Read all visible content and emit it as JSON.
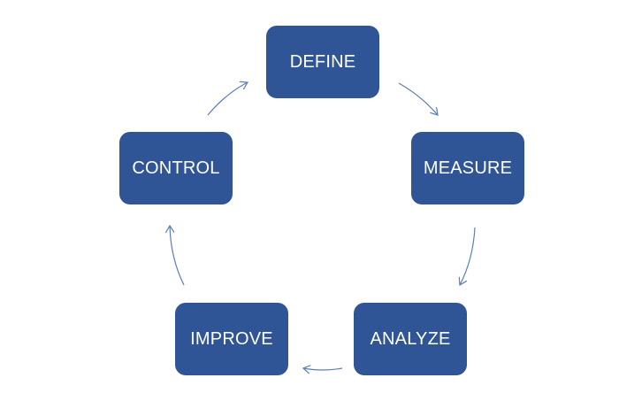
{
  "cycle": {
    "steps": [
      {
        "label": "DEFINE"
      },
      {
        "label": "MEASURE"
      },
      {
        "label": "ANALYZE"
      },
      {
        "label": "IMPROVE"
      },
      {
        "label": "CONTROL"
      }
    ]
  },
  "colors": {
    "box_fill": "#2F5597",
    "box_text": "#FFFFFF",
    "arrow": "#5B7DB9"
  }
}
